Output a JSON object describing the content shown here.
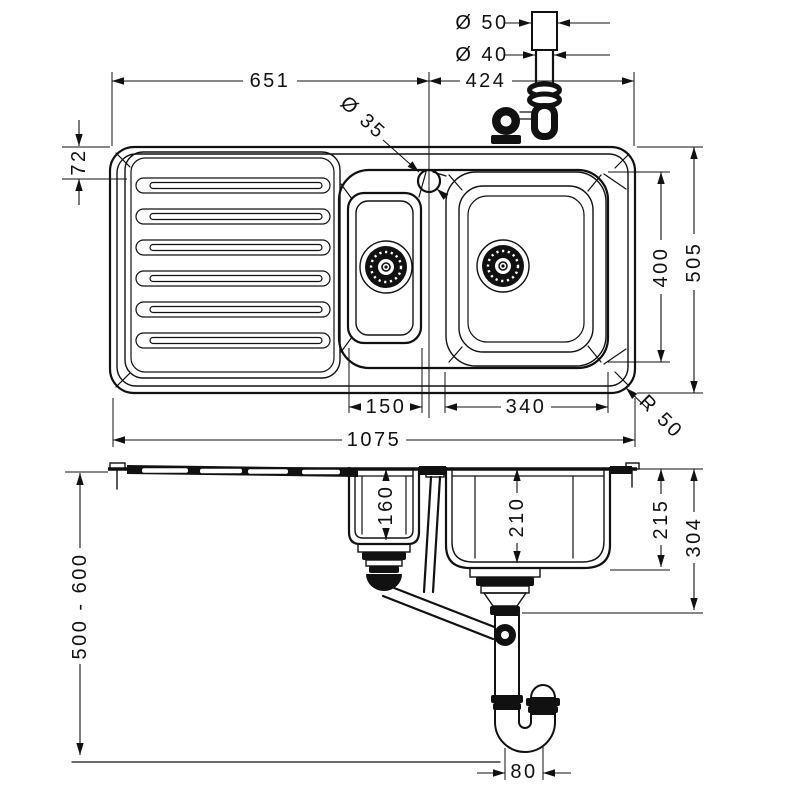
{
  "top_view": {
    "drainer_section_width": "651",
    "bowl_section_width": "424",
    "tap_hole_diameter": "Ø 35",
    "rim_to_drainer_offset": "72",
    "large_bowl_length": "400",
    "overall_depth": "505",
    "corner_radius": "R 50",
    "small_bowl_width": "150",
    "large_bowl_width": "340",
    "overall_width": "1075"
  },
  "overflow_assembly": {
    "upper_pipe_diameter": "Ø 50",
    "lower_pipe_diameter": "Ø 40"
  },
  "section_view": {
    "small_bowl_depth": "160",
    "large_bowl_depth": "210",
    "bowl_outer_depth": "215",
    "overall_depth_with_drain": "304",
    "installation_height": "500 - 600",
    "trap_pipe_offset": "80"
  }
}
